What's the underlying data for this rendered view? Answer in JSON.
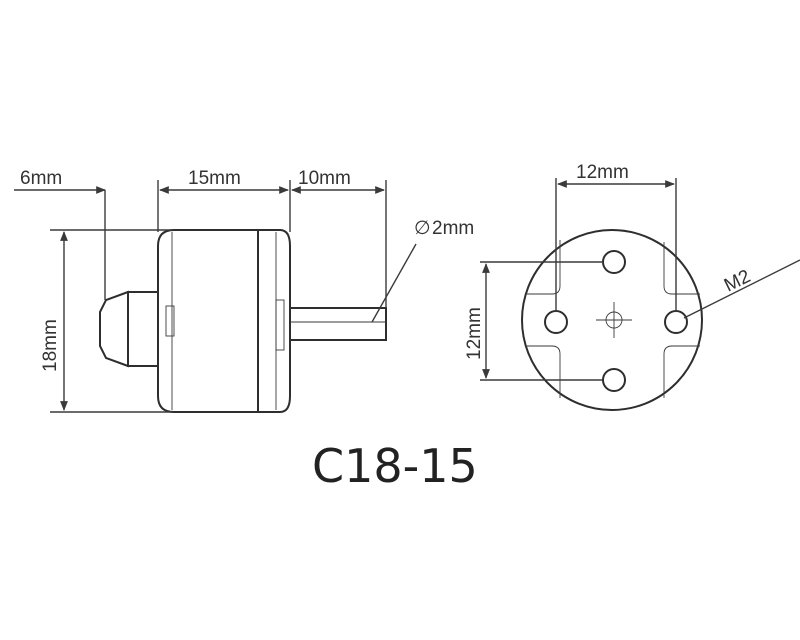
{
  "dimensions": {
    "shaft_exposed": "6mm",
    "bell_length": "15mm",
    "shaft_length": "10mm",
    "body_diameter": "18mm",
    "shaft_diameter": "2mm",
    "diameter_symbol": "∅",
    "mount_spacing_horizontal": "12mm",
    "mount_spacing_vertical": "12mm",
    "screw_size": "M2"
  },
  "model": "C18-15",
  "colors": {
    "line": "#3a3a3a",
    "background": "#ffffff"
  }
}
